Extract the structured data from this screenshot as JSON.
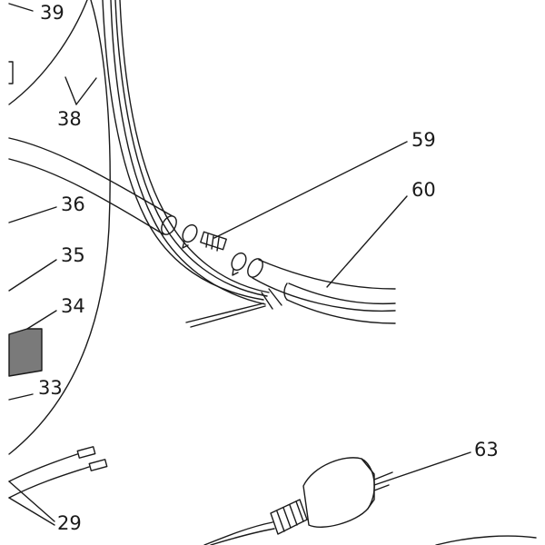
{
  "diagram": {
    "callouts": {
      "c39": "39",
      "c38": "38",
      "c59": "59",
      "c60": "60",
      "c36": "36",
      "c35": "35",
      "c34": "34",
      "c33": "33",
      "c29": "29",
      "c63": "63"
    },
    "colors": {
      "line": "#1a1a1a",
      "fill": "#ffffff",
      "block": "#7a7a7a"
    }
  }
}
